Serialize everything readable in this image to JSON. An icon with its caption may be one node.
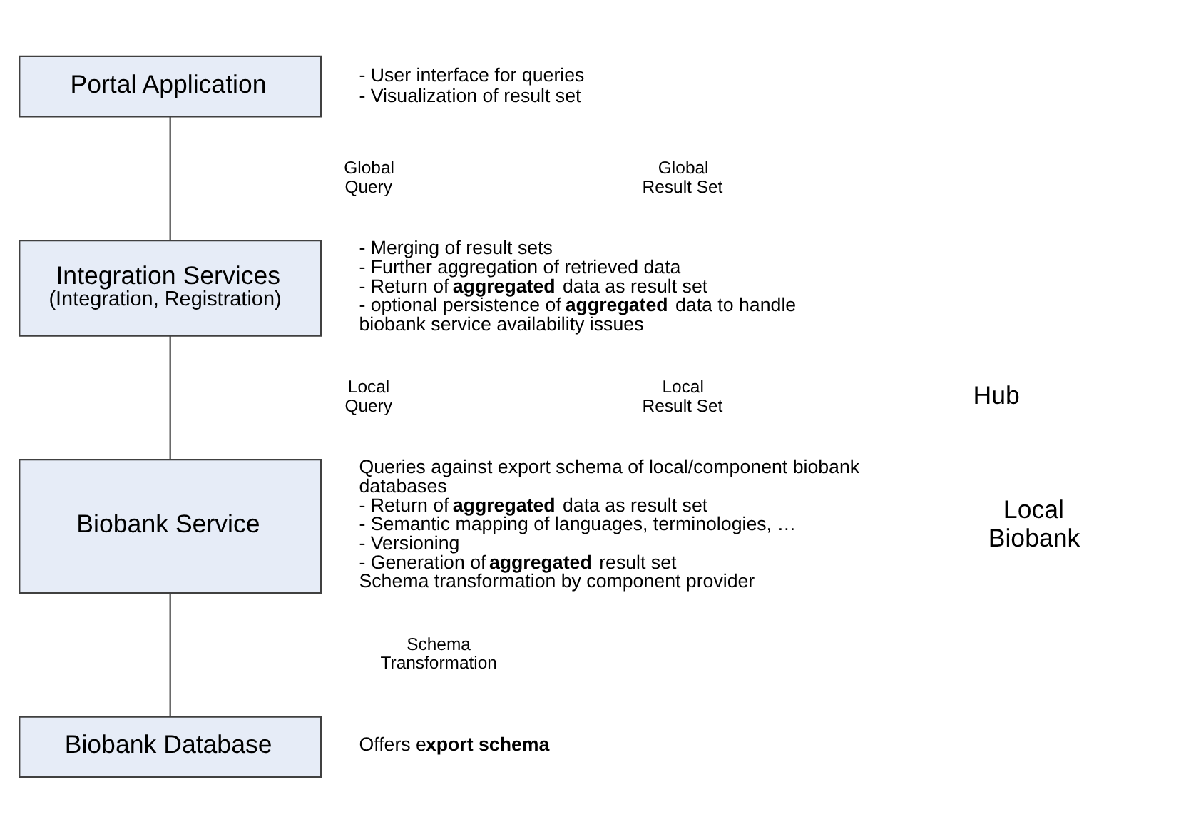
{
  "diagram": {
    "nodes": [
      {
        "text": [
          "Portal Application"
        ],
        "beside": [
          "- User interface for queries",
          "- Visualization of result set"
        ]
      },
      {
        "text": [
          "Integration Services",
          "(Integration, Registration)"
        ],
        "beside": [
          "- Merging of result sets",
          "- Further aggregation of retrieved data",
          "- Return of **aggregated** data as result set",
          "- optional persistence of **aggregated** data to handle biobank service availability issues"
        ]
      },
      {
        "text": [
          "Biobank Service"
        ],
        "beside": [
          "Queries against export schema of local/component biobank databases",
          "- Return of **aggregated** data as result set",
          "- Semantic mapping of languages, terminologies, …",
          "- Versioning",
          "- Generation of **aggregated** result set",
          "Schema transformation by component provider"
        ]
      },
      {
        "text": [
          "Biobank Database"
        ],
        "beside": [
          "Offers e**xport schema**"
        ]
      }
    ],
    "edges": [
      {
        "from": 0,
        "to": 1,
        "arrow": "none"
      },
      {
        "from": 1,
        "to": 2,
        "arrow": "none"
      },
      {
        "from": 2,
        "to": 3,
        "arrow": "none"
      }
    ],
    "labels": [
      "Global Query",
      "Global Result Set",
      "Local Query",
      "Local Result Set",
      "Hub",
      "Local Biobank",
      "Schema Transformation"
    ]
  }
}
